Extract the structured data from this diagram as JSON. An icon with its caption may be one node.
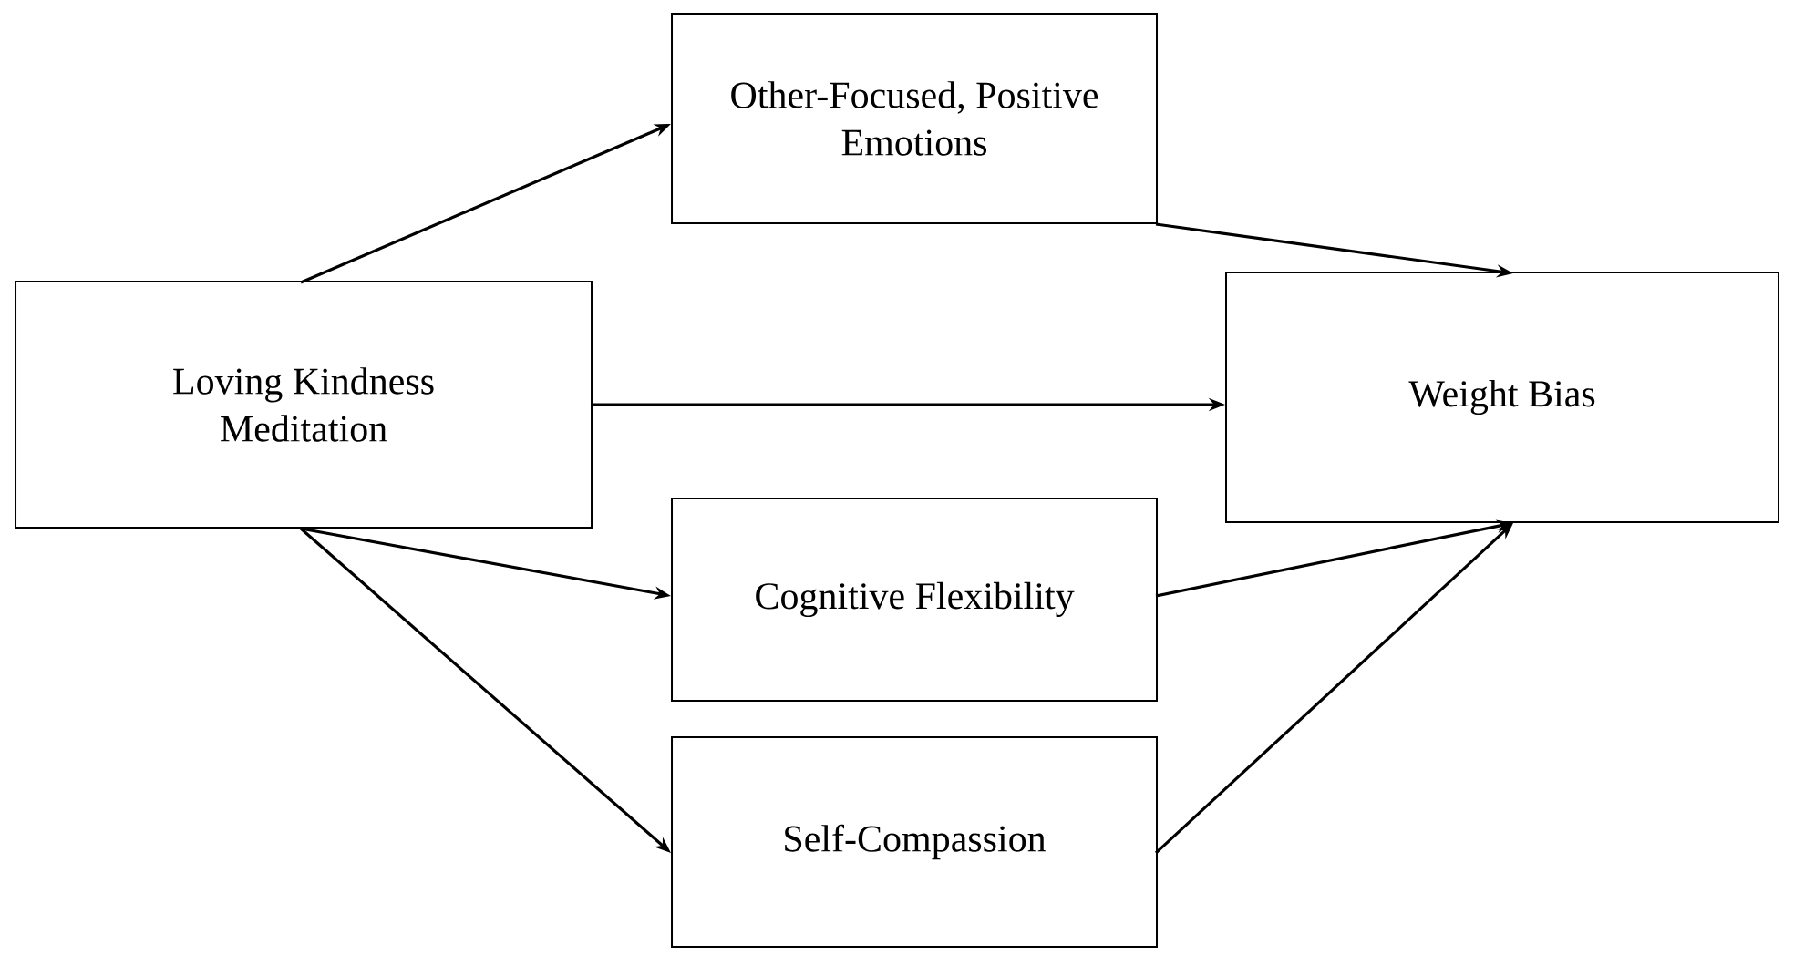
{
  "diagram": {
    "nodes": [
      {
        "text": [
          "Loving Kindness Meditation"
        ]
      },
      {
        "text": [
          "Other-Focused, Positive Emotions"
        ]
      },
      {
        "text": [
          "Weight Bias"
        ]
      },
      {
        "text": [
          "Cognitive Flexibility"
        ]
      },
      {
        "text": [
          "Self-Compassion"
        ]
      }
    ],
    "edges": [
      {
        "from": 0,
        "to": 1,
        "arrow": "to"
      },
      {
        "from": 1,
        "to": 2,
        "arrow": "to"
      },
      {
        "from": 0,
        "to": 2,
        "arrow": "to"
      },
      {
        "from": 0,
        "to": 3,
        "arrow": "to"
      },
      {
        "from": 3,
        "to": 2,
        "arrow": "to"
      },
      {
        "from": 0,
        "to": 4,
        "arrow": "to"
      },
      {
        "from": 4,
        "to": 2,
        "arrow": "to"
      }
    ]
  }
}
